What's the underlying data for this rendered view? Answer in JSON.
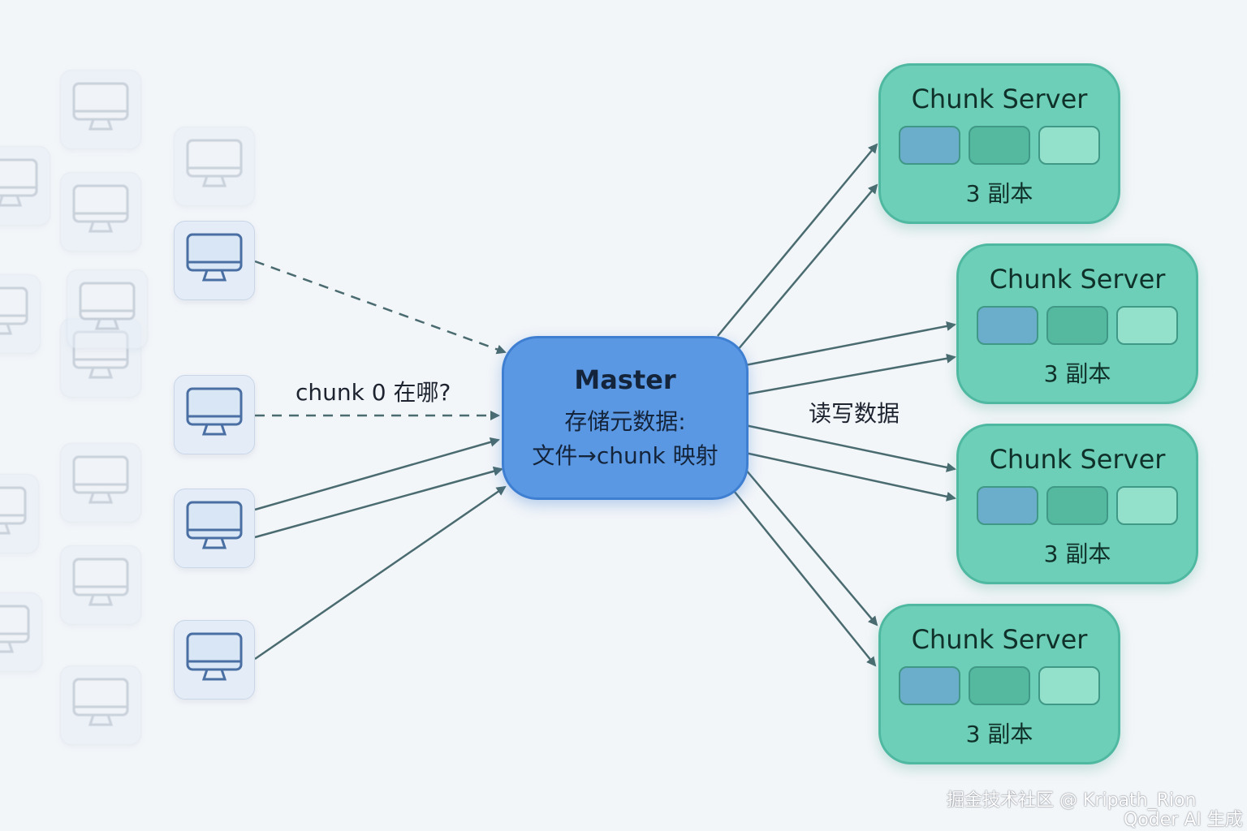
{
  "master": {
    "title": "Master",
    "line1": "存储元数据:",
    "line2": "文件→chunk 映射"
  },
  "query_label": "chunk 0 在哪?",
  "rw_label": "读写数据",
  "chunk_servers": [
    {
      "title": "Chunk Server",
      "replicas": "3 副本"
    },
    {
      "title": "Chunk Server",
      "replicas": "3 副本"
    },
    {
      "title": "Chunk Server",
      "replicas": "3 副本"
    },
    {
      "title": "Chunk Server",
      "replicas": "3 副本"
    }
  ],
  "watermark": {
    "line1": "掘金技术社区 @ Kripath_Rion",
    "line2": "Qoder AI 生成"
  },
  "icons": {
    "client": "monitor-icon"
  },
  "colors": {
    "master_fill": "#5b98e4",
    "chunk_server_fill": "#6dcfb7",
    "arrow": "#4a6b70"
  }
}
